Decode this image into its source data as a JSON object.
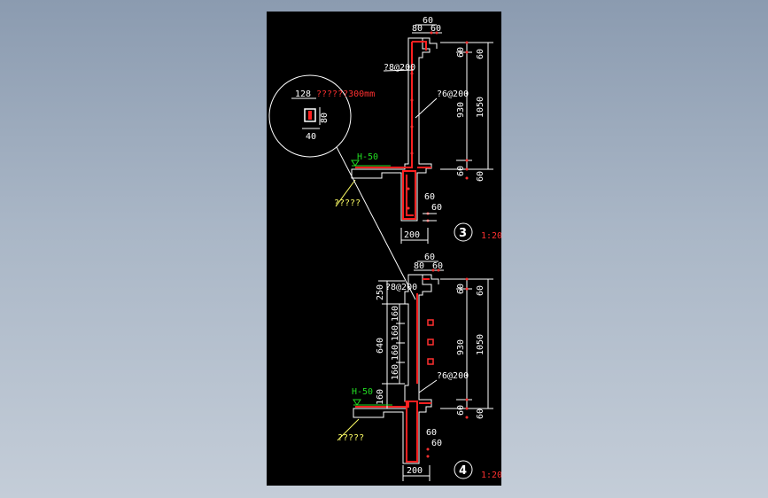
{
  "drawing": {
    "top_labels": {
      "dim_60_top": "60",
      "dim_80": "80",
      "dim_60_b": "60",
      "rebar_upper": "?8@200",
      "rebar_main": "?6@200",
      "dim_930": "930",
      "dim_1050": "1050",
      "dim_60_r1": "60",
      "dim_60_r2": "60",
      "dim_60_r3": "60",
      "dim_60_r4": "60",
      "dim_60_base": "60",
      "dim_60_base2": "60",
      "dim_200": "200",
      "level": "H-50",
      "note": "?????",
      "detail_no": "3",
      "scale": "1:20"
    },
    "detail_circle": {
      "note": "??????300mm",
      "dim_128": "128",
      "dim_80": "80",
      "dim_40": "40"
    },
    "bottom_labels": {
      "dim_60_top": "60",
      "dim_80": "80",
      "dim_60_b": "60",
      "rebar_upper": "?8@200",
      "rebar_main": "?6@200",
      "dim_250": "250",
      "dim_160a": "160",
      "dim_160b": "160",
      "dim_160c": "160",
      "dim_160d": "160",
      "dim_640": "640",
      "dim_160e": "160",
      "dim_930": "930",
      "dim_1050": "1050",
      "dim_60_r1": "60",
      "dim_60_r2": "60",
      "dim_60_r3": "60",
      "dim_60_r4": "60",
      "dim_60_base": "60",
      "dim_60_base2": "60",
      "dim_200": "200",
      "level": "H-50",
      "note": "?????",
      "detail_no": "4",
      "scale": "1:20"
    }
  }
}
